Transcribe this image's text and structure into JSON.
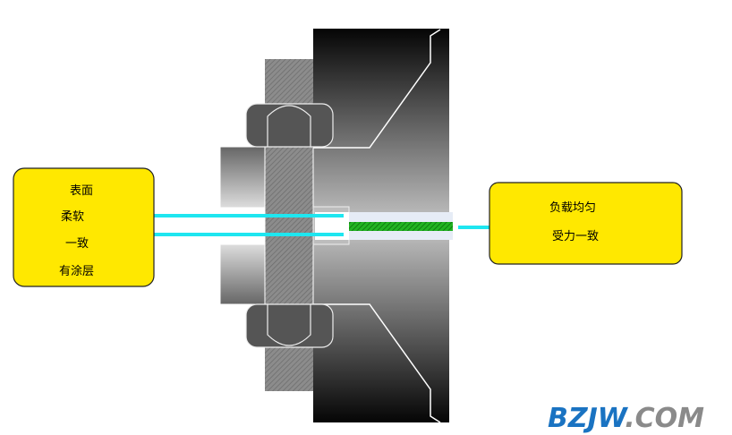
{
  "left_callout": {
    "lines": [
      "表面",
      "柔软",
      "一致",
      "有涂层"
    ]
  },
  "right_callout": {
    "lines": [
      "负载均匀",
      "受力一致"
    ]
  },
  "watermark": {
    "brand": "BZJW",
    "suffix": ".COM"
  },
  "colors": {
    "callout_fill": "#ffe800",
    "leader_line": "#1ee6f0",
    "gasket_core": "#22b422",
    "logo_blue": "#1a73c2",
    "logo_gray": "#8a8a8a"
  }
}
